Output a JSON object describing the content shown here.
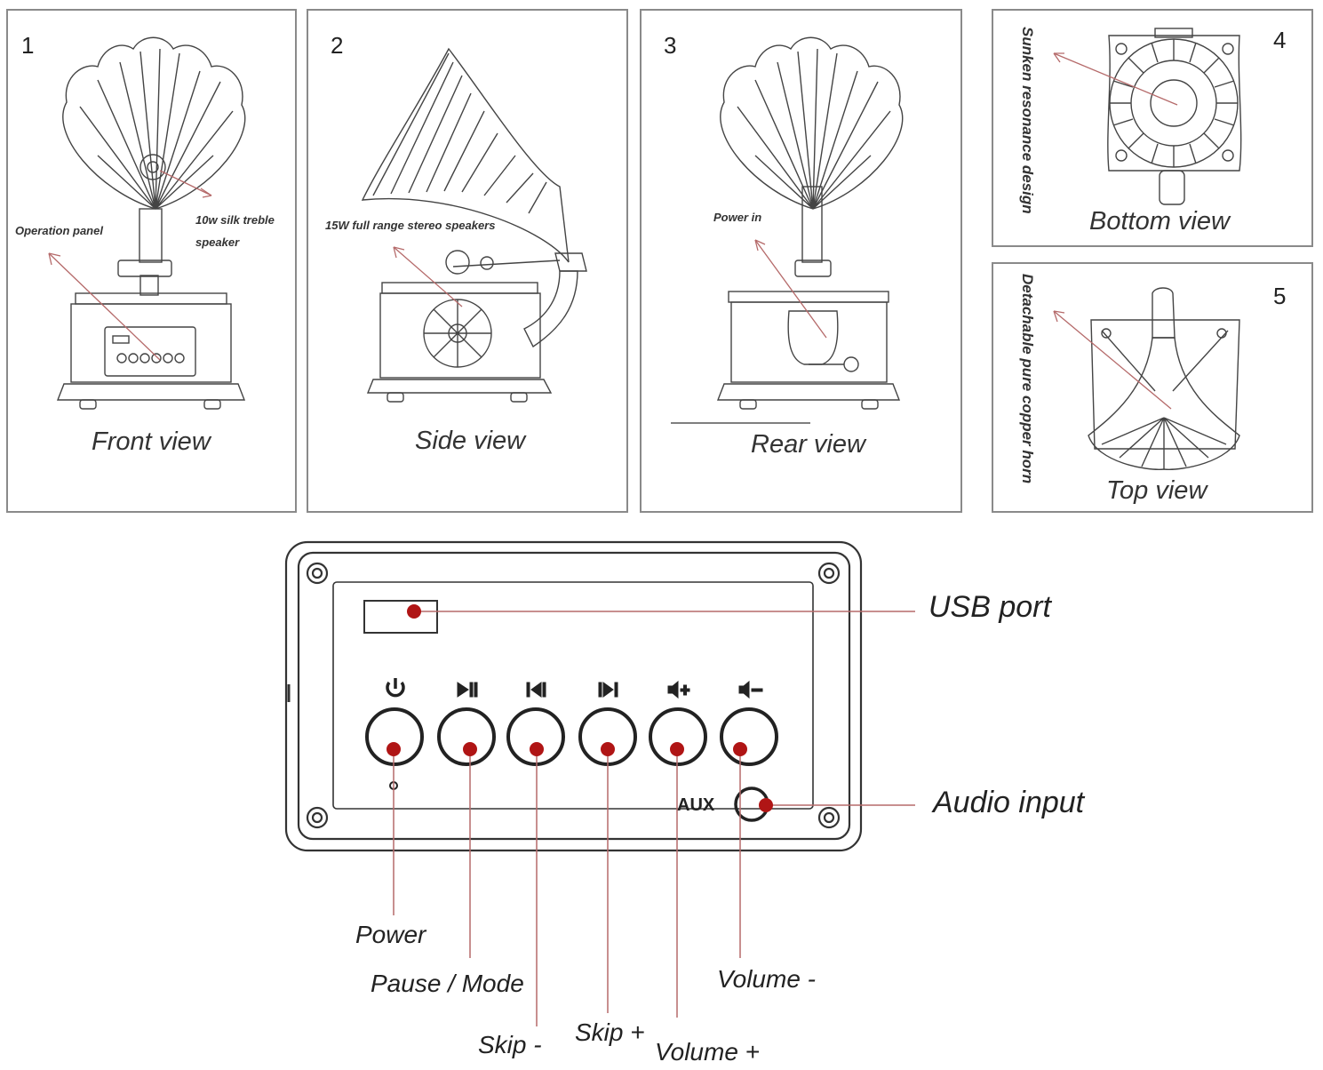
{
  "views": [
    {
      "number": "1",
      "caption": "Front view",
      "callouts": [
        "Operation panel",
        "10w silk treble",
        "speaker"
      ]
    },
    {
      "number": "2",
      "caption": "Side view",
      "callouts": [
        "15W full range stereo speakers"
      ]
    },
    {
      "number": "3",
      "caption": "Rear view",
      "callouts": [
        "Power in"
      ]
    },
    {
      "number": "4",
      "caption": "Bottom view",
      "callouts": [
        "Sunken resonance design"
      ]
    },
    {
      "number": "5",
      "caption": "Top view",
      "callouts": [
        "Detachable pure copper horn"
      ]
    }
  ],
  "panel": {
    "usb_label": "USB port",
    "audio_label": "Audio input",
    "aux_text": "AUX",
    "buttons": [
      "Power",
      "Pause / Mode",
      "Skip -",
      "Skip +",
      "Volume +",
      "Volume -"
    ],
    "button_icons": [
      "power-icon",
      "play-pause-icon",
      "skip-back-icon",
      "skip-forward-icon",
      "volume-up-icon",
      "volume-down-icon"
    ]
  },
  "colors": {
    "marker": "#b01515",
    "leader": "#b56a6a",
    "line": "#333333",
    "frame": "#8a8a8a"
  }
}
